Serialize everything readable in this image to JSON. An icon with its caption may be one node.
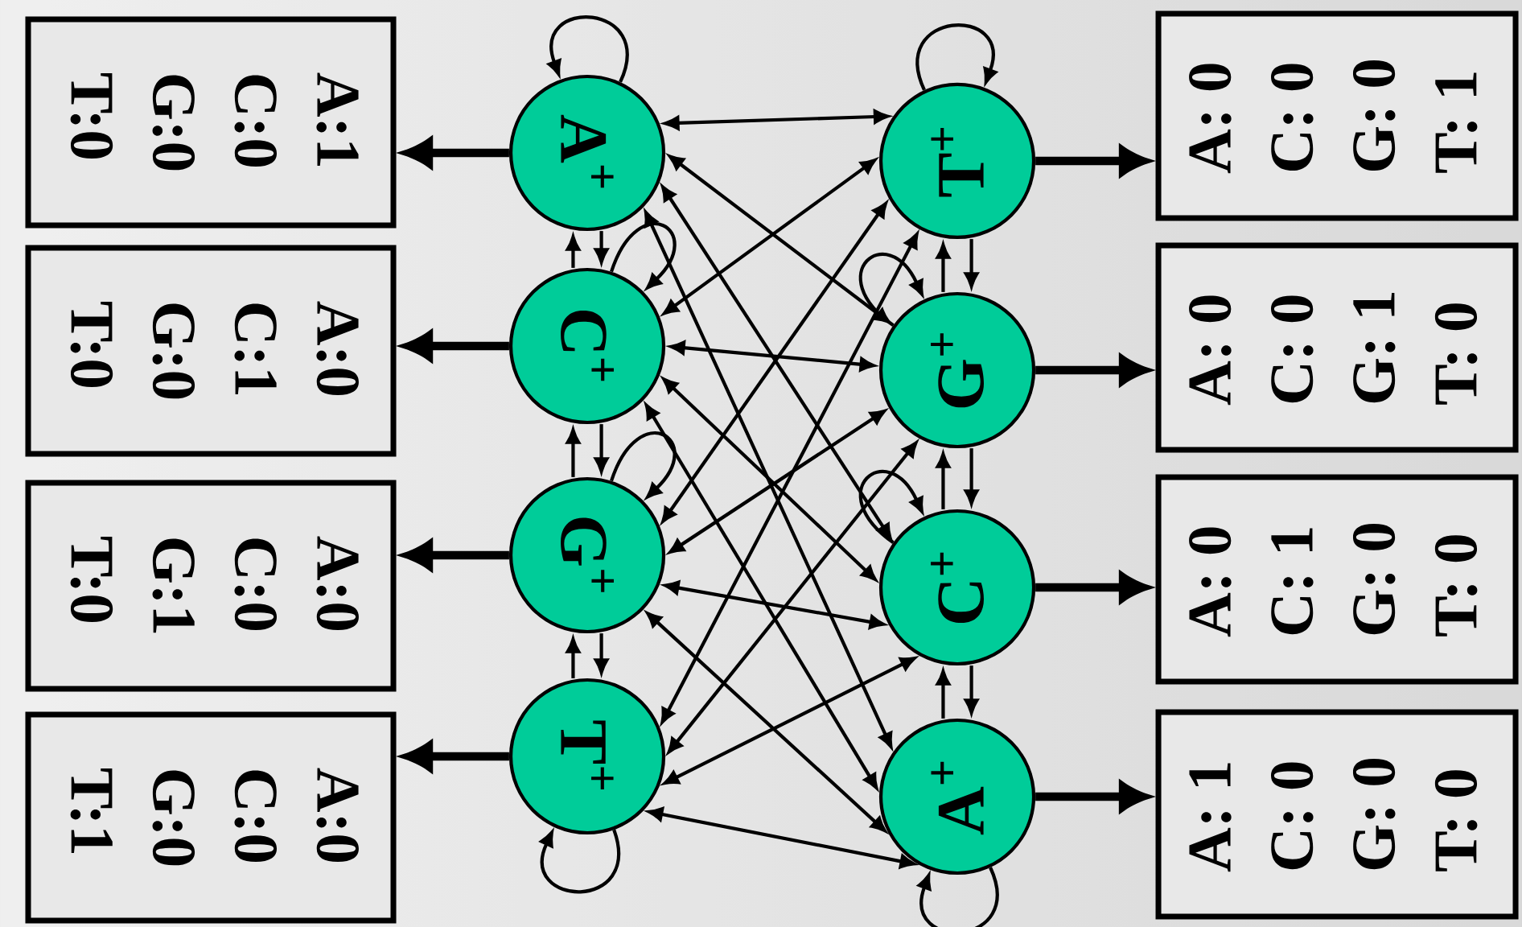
{
  "diagram": {
    "nodes": [
      {
        "text": [
          "A$^{+}$"
        ]
      },
      {
        "text": [
          "C$^{+}$"
        ]
      },
      {
        "text": [
          "G$^{+}$"
        ]
      },
      {
        "text": [
          "T$^{+}$"
        ]
      },
      {
        "text": [
          "T$^{+}$"
        ]
      },
      {
        "text": [
          "G$^{+}$"
        ]
      },
      {
        "text": [
          "C$^{+}$"
        ]
      },
      {
        "text": [
          "A$^{+}$"
        ]
      },
      {
        "text": [
          "A:1",
          "C:0",
          "G:0",
          "T:0"
        ]
      },
      {
        "text": [
          "A:0",
          "C:1",
          "G:0",
          "T:0"
        ]
      },
      {
        "text": [
          "A:0",
          "C:0",
          "G:1",
          "T:0"
        ]
      },
      {
        "text": [
          "A:0",
          "C:0",
          "G:0",
          "T:1"
        ]
      },
      {
        "text": [
          "A: 0",
          "C: 0",
          "G: 0",
          "T: 1"
        ]
      },
      {
        "text": [
          "A: 0",
          "C: 0",
          "G: 1",
          "T: 0"
        ]
      },
      {
        "text": [
          "A: 0",
          "C: 1",
          "G: 0",
          "T: 0"
        ]
      },
      {
        "text": [
          "A: 1",
          "C: 0",
          "G: 0",
          "T: 0"
        ]
      }
    ],
    "edges": [
      {
        "from": 0,
        "to": 8,
        "arrow": "to",
        "style": "thick"
      },
      {
        "from": 1,
        "to": 9,
        "arrow": "to",
        "style": "thick"
      },
      {
        "from": 2,
        "to": 10,
        "arrow": "to",
        "style": "thick"
      },
      {
        "from": 3,
        "to": 11,
        "arrow": "to",
        "style": "thick"
      },
      {
        "from": 4,
        "to": 12,
        "arrow": "to",
        "style": "thick"
      },
      {
        "from": 5,
        "to": 13,
        "arrow": "to",
        "style": "thick"
      },
      {
        "from": 6,
        "to": 14,
        "arrow": "to",
        "style": "thick"
      },
      {
        "from": 7,
        "to": 15,
        "arrow": "to",
        "style": "thick"
      },
      {
        "from": 0,
        "to": 0,
        "arrow": "to"
      },
      {
        "from": 1,
        "to": 1,
        "arrow": "to"
      },
      {
        "from": 2,
        "to": 2,
        "arrow": "to"
      },
      {
        "from": 3,
        "to": 3,
        "arrow": "to"
      },
      {
        "from": 4,
        "to": 4,
        "arrow": "to"
      },
      {
        "from": 5,
        "to": 5,
        "arrow": "to"
      },
      {
        "from": 6,
        "to": 6,
        "arrow": "to"
      },
      {
        "from": 7,
        "to": 7,
        "arrow": "to"
      },
      {
        "from": 0,
        "to": 1,
        "arrow": "to"
      },
      {
        "from": 1,
        "to": 0,
        "arrow": "to"
      },
      {
        "from": 1,
        "to": 2,
        "arrow": "to"
      },
      {
        "from": 2,
        "to": 1,
        "arrow": "to"
      },
      {
        "from": 2,
        "to": 3,
        "arrow": "to"
      },
      {
        "from": 3,
        "to": 2,
        "arrow": "to"
      },
      {
        "from": 4,
        "to": 5,
        "arrow": "to"
      },
      {
        "from": 5,
        "to": 4,
        "arrow": "to"
      },
      {
        "from": 5,
        "to": 6,
        "arrow": "to"
      },
      {
        "from": 6,
        "to": 5,
        "arrow": "to"
      },
      {
        "from": 6,
        "to": 7,
        "arrow": "to"
      },
      {
        "from": 7,
        "to": 6,
        "arrow": "to"
      },
      {
        "from": 0,
        "to": 4,
        "arrow": "both"
      },
      {
        "from": 0,
        "to": 5,
        "arrow": "both"
      },
      {
        "from": 0,
        "to": 6,
        "arrow": "both"
      },
      {
        "from": 0,
        "to": 7,
        "arrow": "both"
      },
      {
        "from": 1,
        "to": 4,
        "arrow": "both"
      },
      {
        "from": 1,
        "to": 5,
        "arrow": "both"
      },
      {
        "from": 1,
        "to": 6,
        "arrow": "both"
      },
      {
        "from": 1,
        "to": 7,
        "arrow": "both"
      },
      {
        "from": 2,
        "to": 4,
        "arrow": "both"
      },
      {
        "from": 2,
        "to": 5,
        "arrow": "both"
      },
      {
        "from": 2,
        "to": 6,
        "arrow": "both"
      },
      {
        "from": 2,
        "to": 7,
        "arrow": "both"
      },
      {
        "from": 3,
        "to": 4,
        "arrow": "both"
      },
      {
        "from": 3,
        "to": 5,
        "arrow": "both"
      },
      {
        "from": 3,
        "to": 6,
        "arrow": "both"
      },
      {
        "from": 3,
        "to": 7,
        "arrow": "both"
      }
    ]
  }
}
